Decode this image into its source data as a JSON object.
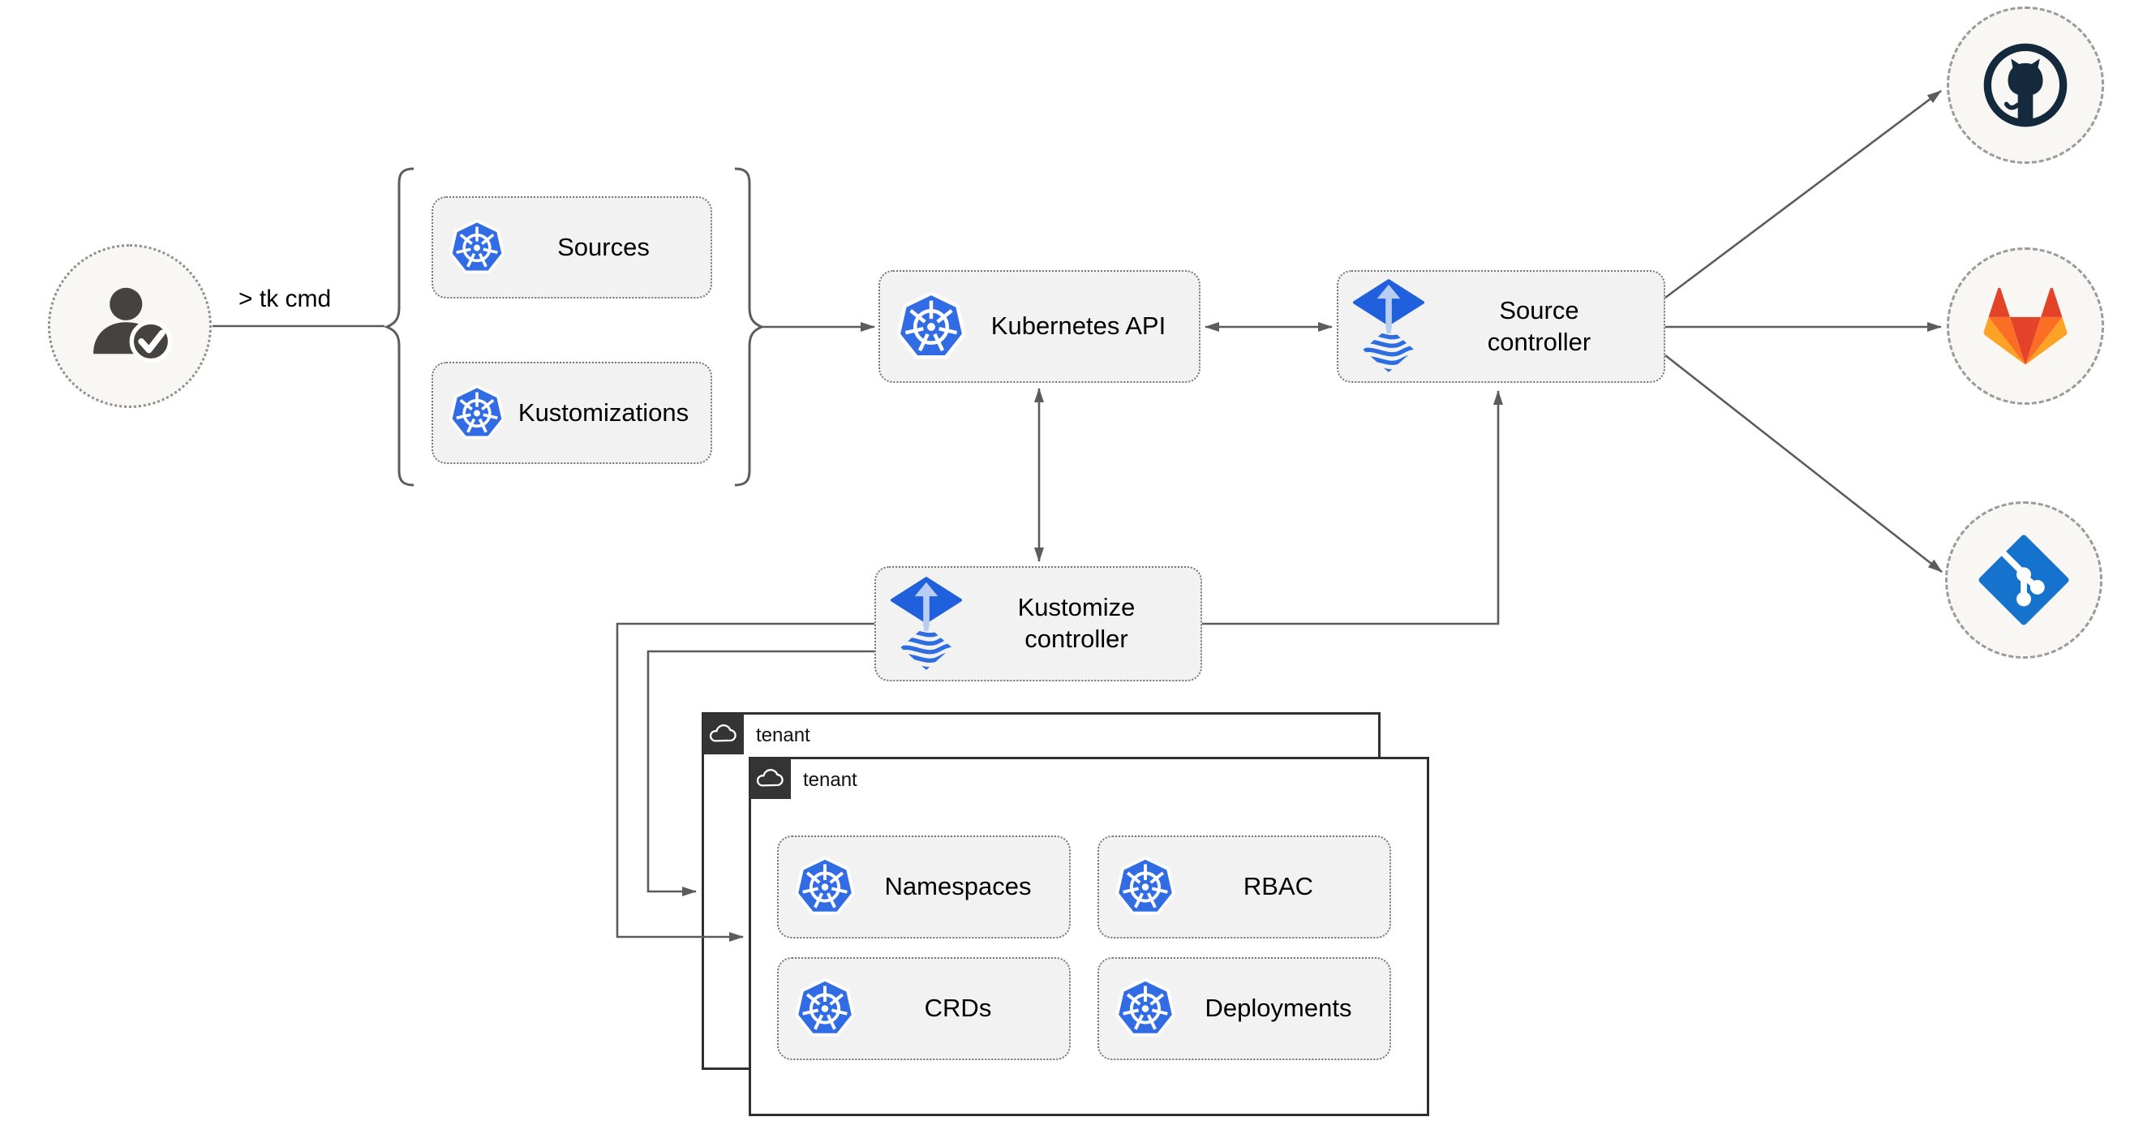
{
  "cli_label": "> tk cmd",
  "nodes": {
    "sources": "Sources",
    "kustomizations": "Kustomizations",
    "kubernetes_api": "Kubernetes API",
    "source_controller": "Source controller",
    "kustomize_controller": "Kustomize controller",
    "namespaces": "Namespaces",
    "rbac": "RBAC",
    "crds": "CRDs",
    "deployments": "Deployments"
  },
  "tenants": {
    "back_label": "tenant",
    "front_label": "tenant"
  },
  "icons": {
    "user": "user-check-icon",
    "kubernetes": "kubernetes-wheel-icon",
    "flux": "flux-toolkit-icon",
    "cloud": "cloud-icon",
    "github": "github-logo-icon",
    "gitlab": "gitlab-logo-icon",
    "git": "git-logo-icon"
  },
  "colors": {
    "kubernetes_blue": "#326ce5",
    "flux_blue": "#2160dd",
    "flux_arrow_light": "#b9cdf2",
    "github_dark": "#14293c",
    "gitlab_red": "#e24329",
    "gitlab_orange": "#fc6d26",
    "gitlab_amber": "#fca326",
    "git_blue": "#1673cd",
    "connector_gray": "#5c5c5c",
    "node_fill": "#f2f2f2",
    "node_border": "#767676",
    "tenant_border": "#303030",
    "person_dark": "#454240"
  }
}
